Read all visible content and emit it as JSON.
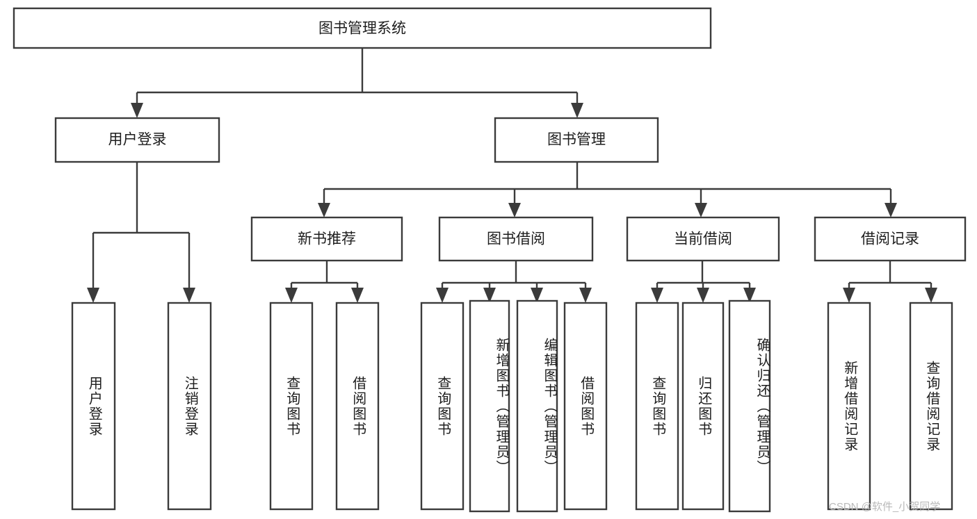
{
  "diagram": {
    "title": "图书管理系统",
    "type": "tree-hierarchy",
    "orientation": "top-down",
    "colors": {
      "box_stroke": "#3b3b3b",
      "box_fill": "#ffffff",
      "connector": "#3b3b3b",
      "text": "#1d1d1d",
      "background": "#ffffff",
      "watermark": "#b9b9b9"
    },
    "root": {
      "label": "图书管理系统",
      "orientation": "horizontal"
    },
    "level2": [
      {
        "label": "用户登录",
        "orientation": "horizontal"
      },
      {
        "label": "图书管理",
        "orientation": "horizontal"
      }
    ],
    "level3": [
      {
        "label": "新书推荐",
        "orientation": "horizontal"
      },
      {
        "label": "图书借阅",
        "orientation": "horizontal"
      },
      {
        "label": "当前借阅",
        "orientation": "horizontal"
      },
      {
        "label": "借阅记录",
        "orientation": "horizontal"
      }
    ],
    "leaves": {
      "user_login": [
        {
          "label": "用户登录",
          "orientation": "vertical"
        },
        {
          "label": "注销登录",
          "orientation": "vertical"
        }
      ],
      "new_book_recommend": [
        {
          "label": "查询图书",
          "orientation": "vertical"
        },
        {
          "label": "借阅图书",
          "orientation": "vertical"
        }
      ],
      "book_borrow": [
        {
          "label": "查询图书",
          "orientation": "vertical"
        },
        {
          "label": "新增图书（管理员）",
          "orientation": "vertical"
        },
        {
          "label": "编辑图书（管理员）",
          "orientation": "vertical"
        },
        {
          "label": "借阅图书",
          "orientation": "vertical"
        }
      ],
      "current_borrow": [
        {
          "label": "查询图书",
          "orientation": "vertical"
        },
        {
          "label": "归还图书",
          "orientation": "vertical"
        },
        {
          "label": "确认归还（管理员）",
          "orientation": "vertical"
        }
      ],
      "borrow_record": [
        {
          "label": "新增借阅记录",
          "orientation": "vertical"
        },
        {
          "label": "查询借阅记录",
          "orientation": "vertical"
        }
      ]
    }
  },
  "watermark": {
    "text": "CSDN @软件_小贺同学"
  }
}
